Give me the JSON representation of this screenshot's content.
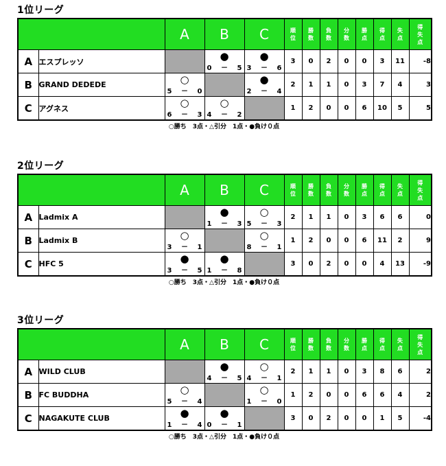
{
  "columns": [
    "A",
    "B",
    "C"
  ],
  "stat_headers": [
    [
      "順",
      "位"
    ],
    [
      "勝",
      "数"
    ],
    [
      "負",
      "数"
    ],
    [
      "分",
      "数"
    ],
    [
      "勝",
      "点"
    ],
    [
      "得",
      "点"
    ],
    [
      "失",
      "点"
    ],
    [
      "得",
      "失",
      "点"
    ]
  ],
  "legend": "○勝ち　3点・△引分　1点・●負け０点",
  "colors": {
    "header_green": "#22dd22",
    "self_cell_gray": "#a8a8a8"
  },
  "leagues": [
    {
      "title": "1位リーグ",
      "teams": [
        {
          "label": "A",
          "name": "エスプレッソ",
          "results": [
            null,
            {
              "mark": "●",
              "l": "0",
              "d": "－",
              "r": "5"
            },
            {
              "mark": "●",
              "l": "3",
              "d": "－",
              "r": "6"
            }
          ],
          "stats": [
            "3",
            "0",
            "2",
            "0",
            "0",
            "3",
            "11",
            "-8"
          ]
        },
        {
          "label": "B",
          "name": "GRAND DEDEDE",
          "results": [
            {
              "mark": "○",
              "l": "5",
              "d": "－",
              "r": "0"
            },
            null,
            {
              "mark": "●",
              "l": "2",
              "d": "－",
              "r": "4"
            }
          ],
          "stats": [
            "2",
            "1",
            "1",
            "0",
            "3",
            "7",
            "4",
            "3"
          ]
        },
        {
          "label": "C",
          "name": "アグネス",
          "results": [
            {
              "mark": "○",
              "l": "6",
              "d": "－",
              "r": "3"
            },
            {
              "mark": "○",
              "l": "4",
              "d": "－",
              "r": "2"
            },
            null
          ],
          "stats": [
            "1",
            "2",
            "0",
            "0",
            "6",
            "10",
            "5",
            "5"
          ]
        }
      ]
    },
    {
      "title": "2位リーグ",
      "teams": [
        {
          "label": "A",
          "name": "Ladmix A",
          "results": [
            null,
            {
              "mark": "●",
              "l": "1",
              "d": "－",
              "r": "3"
            },
            {
              "mark": "○",
              "l": "5",
              "d": "－",
              "r": "3"
            }
          ],
          "stats": [
            "2",
            "1",
            "1",
            "0",
            "3",
            "6",
            "6",
            "0"
          ]
        },
        {
          "label": "B",
          "name": "Ladmix B",
          "results": [
            {
              "mark": "○",
              "l": "3",
              "d": "－",
              "r": "1"
            },
            null,
            {
              "mark": "○",
              "l": "8",
              "d": "－",
              "r": "1"
            }
          ],
          "stats": [
            "1",
            "2",
            "0",
            "0",
            "6",
            "11",
            "2",
            "9"
          ]
        },
        {
          "label": "C",
          "name": "HFC 5",
          "results": [
            {
              "mark": "●",
              "l": "3",
              "d": "－",
              "r": "5"
            },
            {
              "mark": "●",
              "l": "1",
              "d": "－",
              "r": "8"
            },
            null
          ],
          "stats": [
            "3",
            "0",
            "2",
            "0",
            "0",
            "4",
            "13",
            "-9"
          ]
        }
      ]
    },
    {
      "title": "3位リーグ",
      "teams": [
        {
          "label": "A",
          "name": "WILD CLUB",
          "results": [
            null,
            {
              "mark": "●",
              "l": "4",
              "d": "－",
              "r": "5"
            },
            {
              "mark": "○",
              "l": "4",
              "d": "－",
              "r": "1"
            }
          ],
          "stats": [
            "2",
            "1",
            "1",
            "0",
            "3",
            "8",
            "6",
            "2"
          ]
        },
        {
          "label": "B",
          "name": "FC BUDDHA",
          "results": [
            {
              "mark": "○",
              "l": "5",
              "d": "－",
              "r": "4"
            },
            null,
            {
              "mark": "○",
              "l": "1",
              "d": "－",
              "r": "0"
            }
          ],
          "stats": [
            "1",
            "2",
            "0",
            "0",
            "6",
            "6",
            "4",
            "2"
          ]
        },
        {
          "label": "C",
          "name": "NAGAKUTE CLUB",
          "results": [
            {
              "mark": "●",
              "l": "1",
              "d": "－",
              "r": "4"
            },
            {
              "mark": "●",
              "l": "0",
              "d": "－",
              "r": "1"
            },
            null
          ],
          "stats": [
            "3",
            "0",
            "2",
            "0",
            "0",
            "1",
            "5",
            "-4"
          ]
        }
      ]
    }
  ]
}
